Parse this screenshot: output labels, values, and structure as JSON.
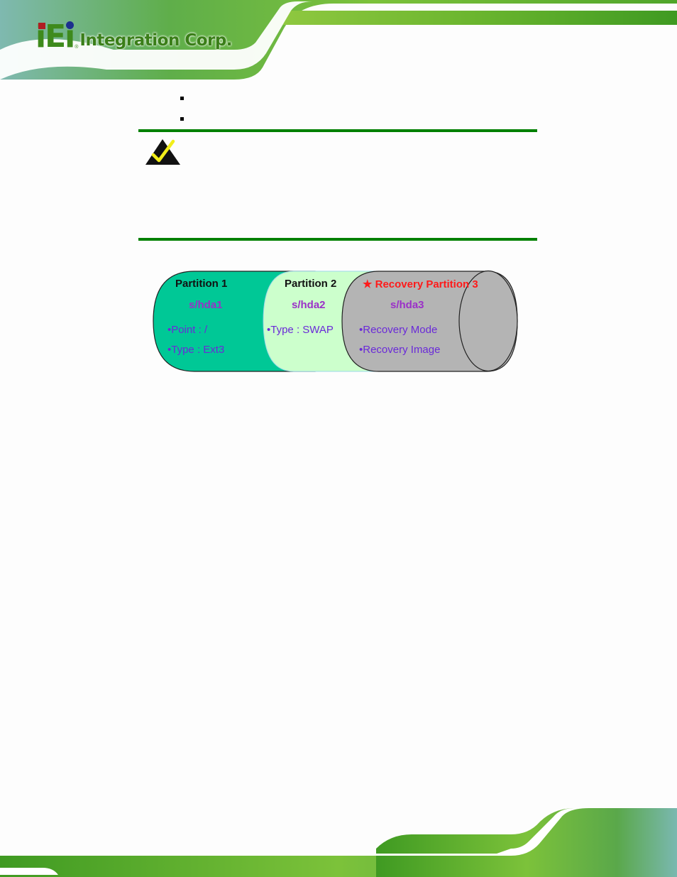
{
  "header": {
    "brand": {
      "mark": "iEi",
      "registered": "®",
      "name": "Integration Corp."
    },
    "colors": {
      "brand_green": "#3e8a1c",
      "dot_red": "#b01c22",
      "dot_blue": "#1c2f8e"
    }
  },
  "body": {
    "bullets": [
      "",
      ""
    ],
    "note": {
      "icon": "check-triangle-icon",
      "text": "",
      "rule_color": "#008000"
    }
  },
  "diagram": {
    "partitions": [
      {
        "title": "Partition 1",
        "device": "s/hda1",
        "items": [
          "•Point : /",
          "•Type : Ext3"
        ],
        "fill": "#00c896"
      },
      {
        "title": "Partition 2",
        "device": "s/hda2",
        "items": [
          "•Type : SWAP"
        ],
        "fill": "#ccffcc"
      },
      {
        "title": "★ Recovery Partition 3",
        "device": "s/hda3",
        "items": [
          "•Recovery Mode",
          "•Recovery Image"
        ],
        "fill": "#b4b4b4"
      }
    ]
  }
}
